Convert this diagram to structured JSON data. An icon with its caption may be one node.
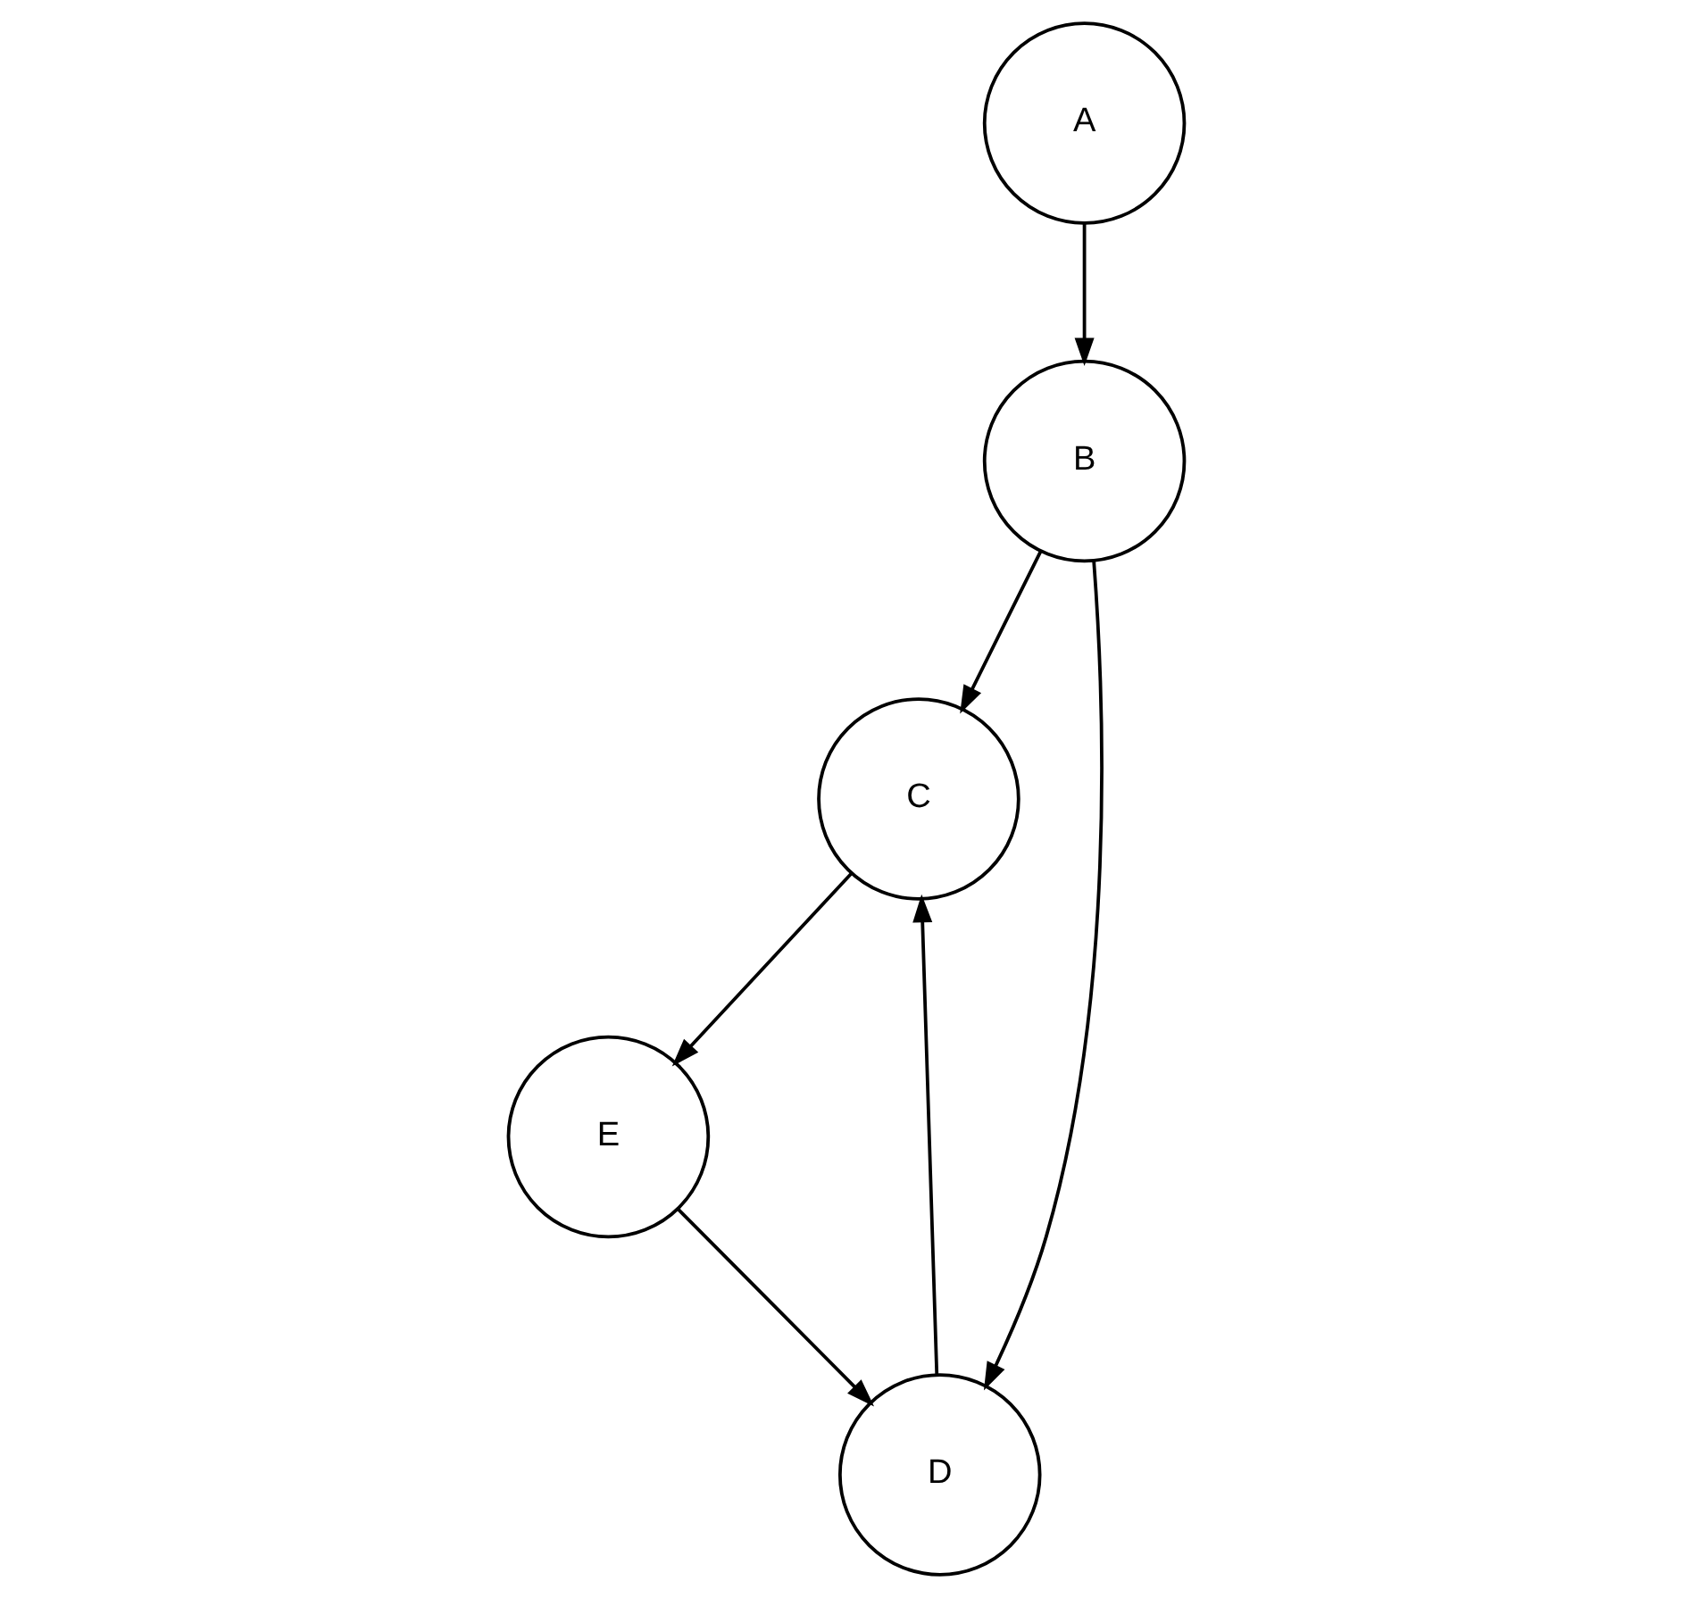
{
  "diagram": {
    "nodes": [
      {
        "text": [
          "A"
        ]
      },
      {
        "text": [
          "B"
        ]
      },
      {
        "text": [
          "C"
        ]
      },
      {
        "text": [
          "D"
        ]
      },
      {
        "text": [
          "E"
        ]
      }
    ],
    "edges": [
      {
        "from": 0,
        "to": 1,
        "arrow": "to"
      },
      {
        "from": 1,
        "to": 2,
        "arrow": "to"
      },
      {
        "from": 1,
        "to": 3,
        "arrow": "to"
      },
      {
        "from": 3,
        "to": 2,
        "arrow": "to"
      },
      {
        "from": 2,
        "to": 4,
        "arrow": "to"
      },
      {
        "from": 4,
        "to": 3,
        "arrow": "to"
      }
    ]
  }
}
